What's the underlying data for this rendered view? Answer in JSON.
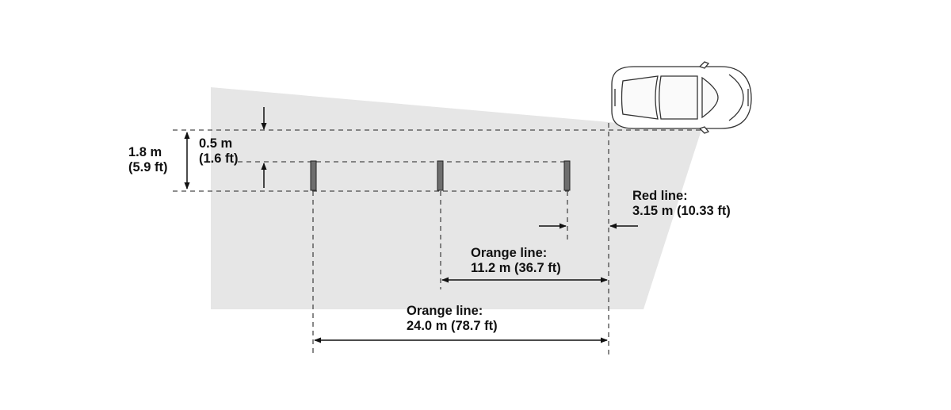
{
  "colors": {
    "field": "#e6e6e6",
    "line": "#4a4a4a",
    "marker": "#6e6e6e",
    "text": "#111111"
  },
  "labels": {
    "height_total": {
      "line1": "1.8 m",
      "line2": "(5.9 ft)"
    },
    "height_lower": {
      "line1": "0.5 m",
      "line2": "(1.6 ft)"
    },
    "red_line": {
      "line1": "Red line:",
      "line2": "3.15 m (10.33 ft)"
    },
    "orange_line_near": {
      "line1": "Orange line:",
      "line2": "11.2 m (36.7 ft)"
    },
    "orange_line_far": {
      "line1": "Orange line:",
      "line2": "24.0 m (78.7 ft)"
    }
  }
}
